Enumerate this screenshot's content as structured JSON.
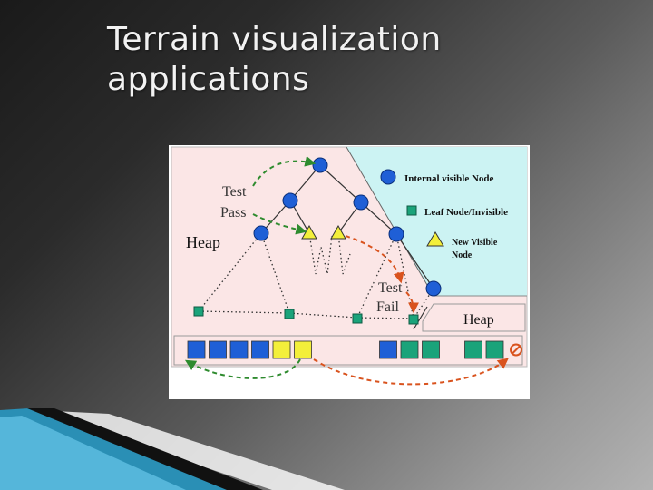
{
  "slide": {
    "title": "Terrain visualization applications"
  },
  "diagram": {
    "legend": {
      "internal": "Internal visible Node",
      "leaf": "Leaf Node/Invisible",
      "new_visible_line1": "New Visible",
      "new_visible_line2": "Node"
    },
    "labels": {
      "test_pass_line1": "Test",
      "test_pass_line2": "Pass",
      "heap_left": "Heap",
      "test_fail_line1": "Test",
      "test_fail_line2": "Fail",
      "heap_right": "Heap"
    },
    "colors": {
      "internal_node": "#1f5fd6",
      "leaf_node": "#1aa37a",
      "new_visible_node": "#f3ef3a",
      "pass_arrow": "#2e8b2e",
      "fail_arrow": "#d9531e",
      "region_left": "#fbe6e6",
      "region_right": "#ccf3f3"
    },
    "heap_cells": [
      "blue",
      "blue",
      "blue",
      "blue",
      "yellow",
      "yellow",
      "gap",
      "gap",
      "gap",
      "blue",
      "green",
      "green",
      "gap",
      "green",
      "green",
      "forbidden"
    ]
  }
}
